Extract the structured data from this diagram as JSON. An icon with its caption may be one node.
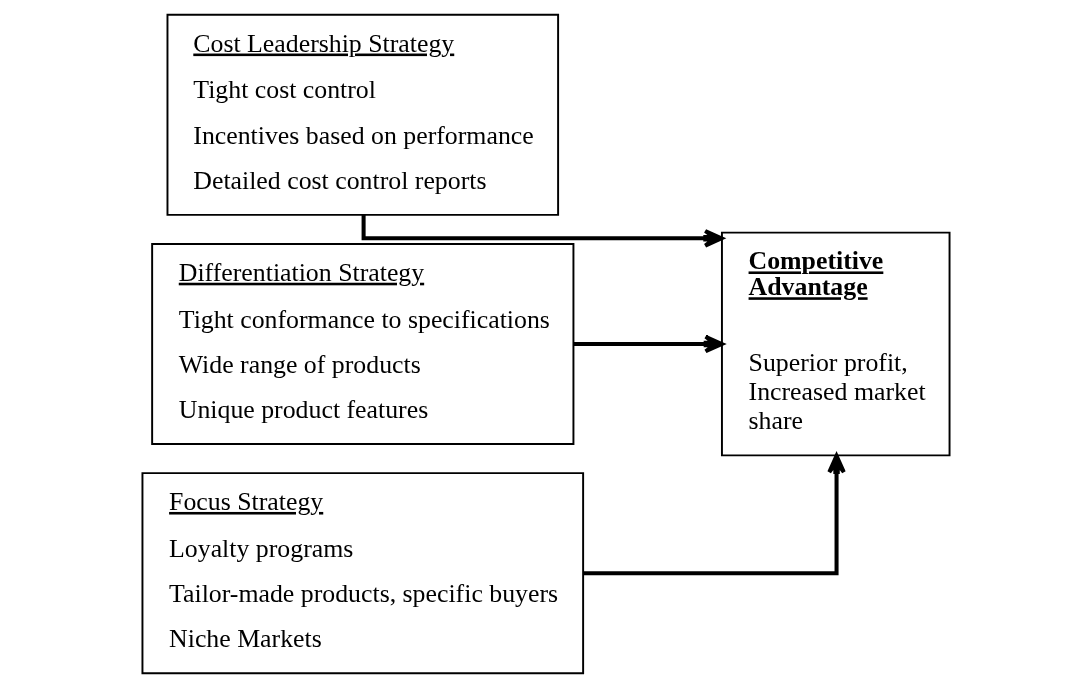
{
  "diagram": {
    "nodes": [
      {
        "text": [
          "Cost Leadership Strategy",
          "Tight cost control",
          "Incentives based on performance",
          "Detailed cost control reports"
        ]
      },
      {
        "text": [
          "Differentiation Strategy",
          "Tight conformance to specifications",
          "Wide range of products",
          "Unique product features"
        ]
      },
      {
        "text": [
          "Focus Strategy",
          "Loyalty programs",
          "Tailor-made products, specific buyers",
          "Niche Markets"
        ]
      },
      {
        "text": [
          "Competitive Advantage",
          "Superior profit, Increased market share"
        ]
      }
    ],
    "edges": [
      {
        "from": 0,
        "to": 3,
        "arrow": "to"
      },
      {
        "from": 1,
        "to": 3,
        "arrow": "to"
      },
      {
        "from": 2,
        "to": 3,
        "arrow": "to"
      }
    ]
  }
}
